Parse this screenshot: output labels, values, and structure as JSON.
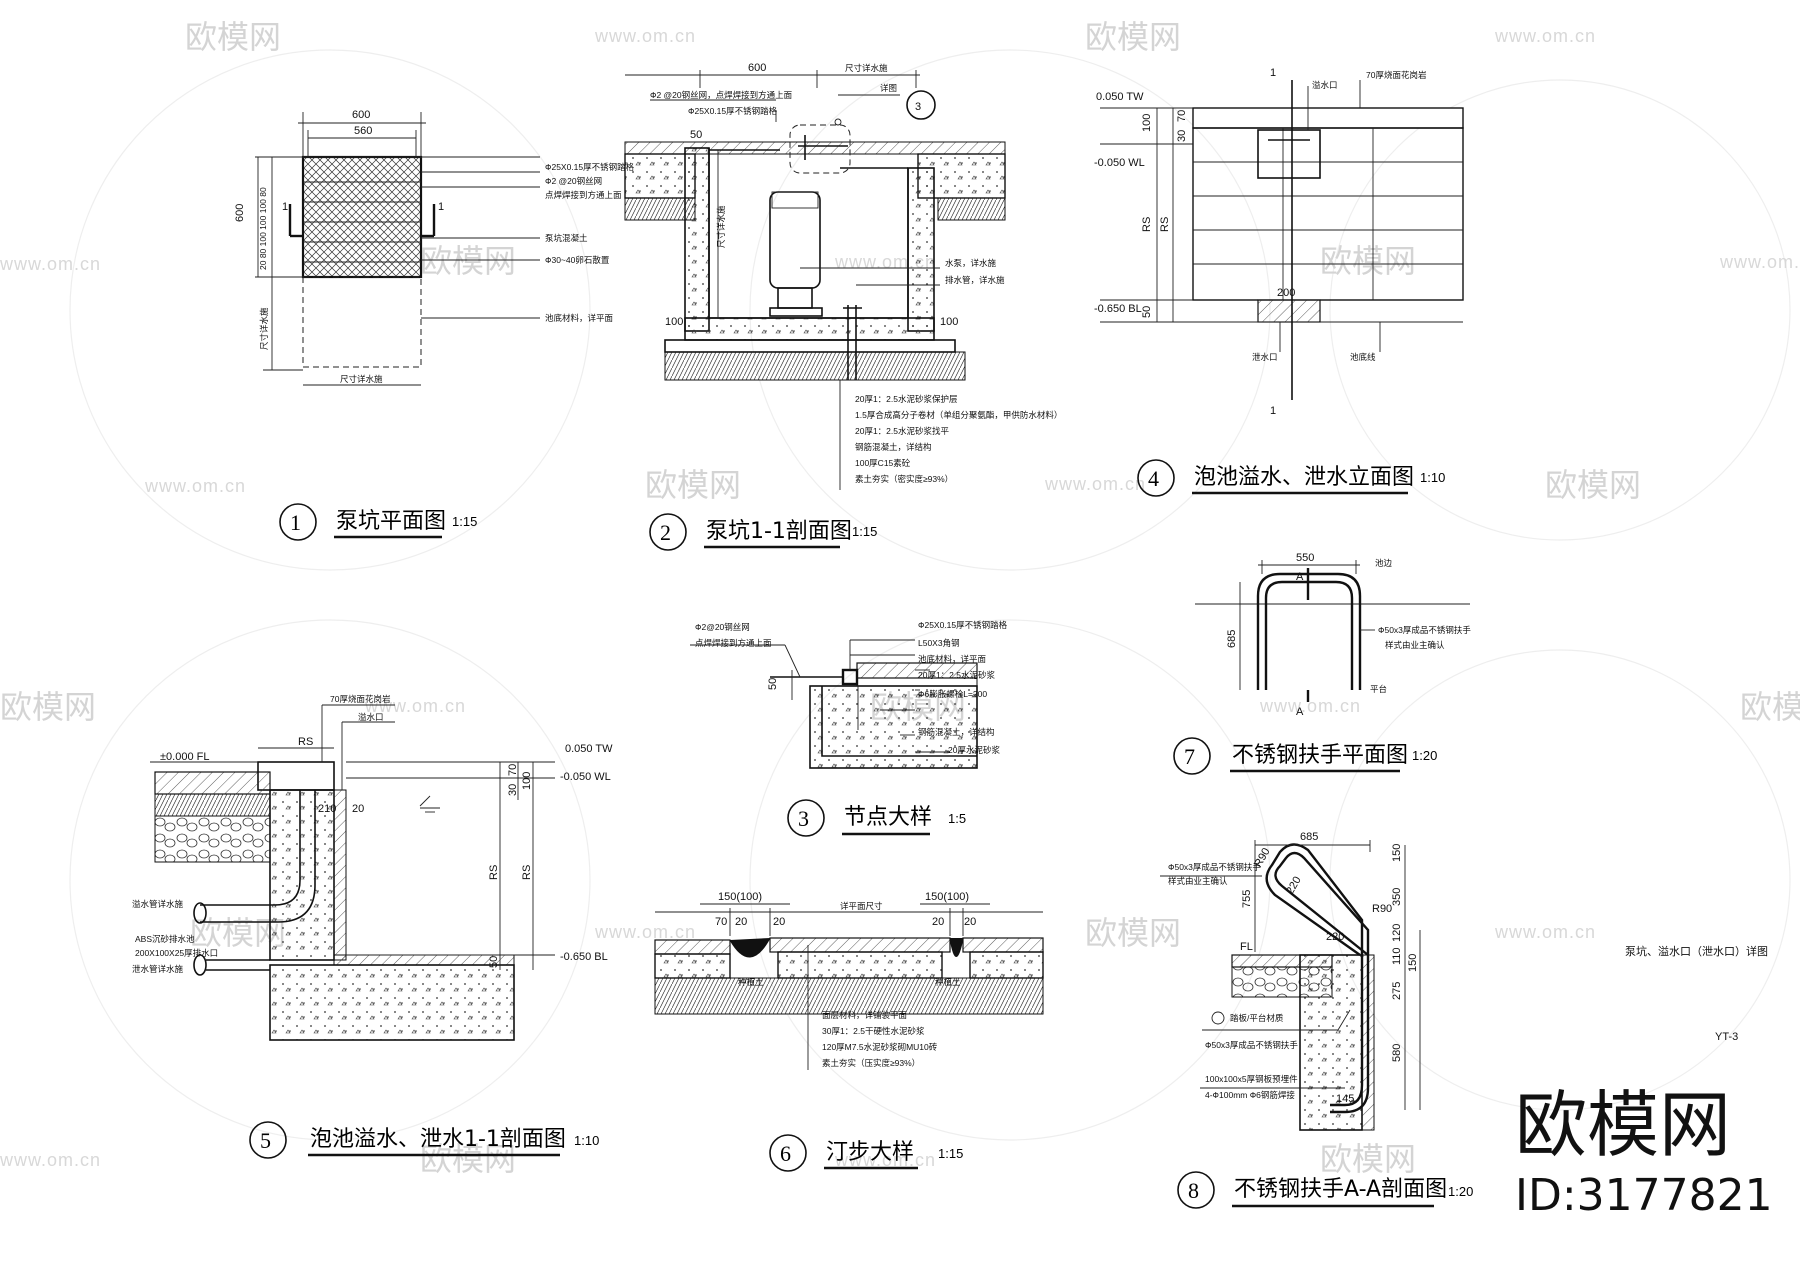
{
  "watermark": {
    "brand": "欧模网",
    "url": "www.om.cn"
  },
  "brand": {
    "name": "欧模网",
    "id": "ID:3177821"
  },
  "sheet": {
    "caption": "泵坑、溢水口（泄水口）详图",
    "code": "YT-3"
  },
  "drawings": [
    {
      "num": "1",
      "title": "泵坑平面图",
      "scale": "1:15"
    },
    {
      "num": "2",
      "title": "泵坑1-1剖面图",
      "scale": "1:15"
    },
    {
      "num": "3",
      "title": "节点大样",
      "scale": "1:5"
    },
    {
      "num": "4",
      "title": "泡池溢水、泄水立面图",
      "scale": "1:10"
    },
    {
      "num": "5",
      "title": "泡池溢水、泄水1-1剖面图",
      "scale": "1:10"
    },
    {
      "num": "6",
      "title": "汀步大样",
      "scale": "1:15"
    },
    {
      "num": "7",
      "title": "不锈钢扶手平面图",
      "scale": "1:20"
    },
    {
      "num": "8",
      "title": "不锈钢扶手A-A剖面图",
      "scale": "1:20"
    }
  ],
  "d1": {
    "dim_top": "600",
    "dim_inner": "560",
    "dim_left": "600",
    "dim_left_parts": "20 80 100 100 100 80",
    "cut": "1",
    "dim_pit": "尺寸详水施",
    "dim_pit_h": "尺寸详水施",
    "notes": [
      "Ф25X0.15厚不锈钢踏格",
      "Ф2 @20钢丝网",
      "点焊焊接到方通上面",
      "泵坑混凝土",
      "Ф30~40卵石散置",
      "池底材料，详平面"
    ]
  },
  "d2": {
    "dim_top": "600",
    "dim_right": "尺寸详水施",
    "dim_50": "50",
    "dim_100a": "100",
    "dim_100b": "100",
    "depth": "尺寸详水施",
    "callout": "详图",
    "callout_num": "3",
    "notes_top": [
      "Ф2 @20钢丝网，点焊焊接到方通上面",
      "Ф25X0.15厚不锈钢踏格"
    ],
    "notes_right": [
      "水泵，详水施",
      "排水管，详水施"
    ],
    "layers": [
      "20厚1：2.5水泥砂浆保护层",
      "1.5厚合成高分子卷材（单组分聚氨酯，甲供防水材料）",
      "20厚1：2.5水泥砂浆找平",
      "钢筋混凝土，详结构",
      "100厚C15素砼",
      "素土夯实（密实度≥93%）"
    ]
  },
  "d3": {
    "dim_50": "50",
    "notes_left": [
      "Ф2@20钢丝网",
      "点焊焊接到方通上面"
    ],
    "notes_right": [
      "Ф25X0.15厚不锈钢踏格",
      "L50X3角钢",
      "池底材料，详平面",
      "20厚1：2.5水泥砂浆",
      "Ф6膨胀螺栓L=200",
      "钢筋混凝土，详结构",
      "20厚水泥砂浆"
    ]
  },
  "d4": {
    "lv_tw": "0.050 TW",
    "lv_wl": "-0.050 WL",
    "lv_bl": "-0.650 BL",
    "dims": [
      "100",
      "30",
      "70",
      "RS",
      "50"
    ],
    "rs": "RS",
    "dim_200": "200",
    "cut": "1",
    "notes": [
      "溢水口",
      "70厚烧面花岗岩",
      "泄水口",
      "池底线"
    ]
  },
  "d5": {
    "lv_fl": "±0.000 FL",
    "lv_tw": "0.050 TW",
    "lv_wl": "-0.050 WL",
    "lv_bl": "-0.650 BL",
    "dims": [
      "RS",
      "70",
      "30",
      "100",
      "RS",
      "RS",
      "50",
      "210",
      "20"
    ],
    "notes": [
      "70厚烧面花岗岩",
      "溢水口",
      "溢水管详水施",
      "ABS沉砂排水池",
      "200X100X25厚排水口",
      "泄水管详水施"
    ]
  },
  "d6": {
    "dims": [
      "150(100)",
      "150(100)",
      "70",
      "20",
      "20",
      "20",
      "20",
      "详平面尺寸"
    ],
    "joint": "种植土",
    "layers": [
      "面层材料，详铺装平面",
      "30厚1：2.5干硬性水泥砂浆",
      "120厚M7.5水泥砂浆砌MU10砖",
      "素土夯实（压实度≥93%）"
    ]
  },
  "d7": {
    "dim_w": "550",
    "dim_h": "685",
    "sec": "A",
    "notes": [
      "池边",
      "Ф50x3厚成品不锈钢扶手",
      "样式由业主确认",
      "平台"
    ]
  },
  "d8": {
    "dims": [
      "685",
      "150",
      "350",
      "120",
      "110",
      "275",
      "580",
      "150",
      "755",
      "R90",
      "220",
      "R90",
      "220",
      "145"
    ],
    "lv": "FL",
    "notes": [
      "Ф50x3厚成品不锈钢扶手",
      "样式由业主确认",
      "踏板/平台材质",
      "Ф50x3厚成品不锈钢扶手",
      "100x100x5厚钢板预埋件",
      "4-Ф100mm Ф6钢筋焊接"
    ]
  }
}
